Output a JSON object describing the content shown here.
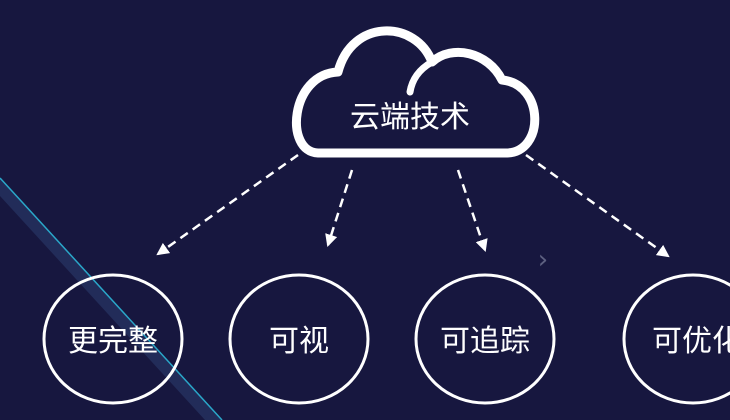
{
  "colors": {
    "background": "#17173f",
    "stroke": "#ffffff",
    "stripe_dark": "#24305e",
    "stripe_accent": "#2aa7c9"
  },
  "cloud": {
    "icon": "cloud-icon",
    "label": "云端技术"
  },
  "nodes": [
    {
      "label": "更完整"
    },
    {
      "label": "可视"
    },
    {
      "label": "可追踪"
    },
    {
      "label": "可优化"
    }
  ],
  "decor": {
    "small_mark": "›"
  }
}
